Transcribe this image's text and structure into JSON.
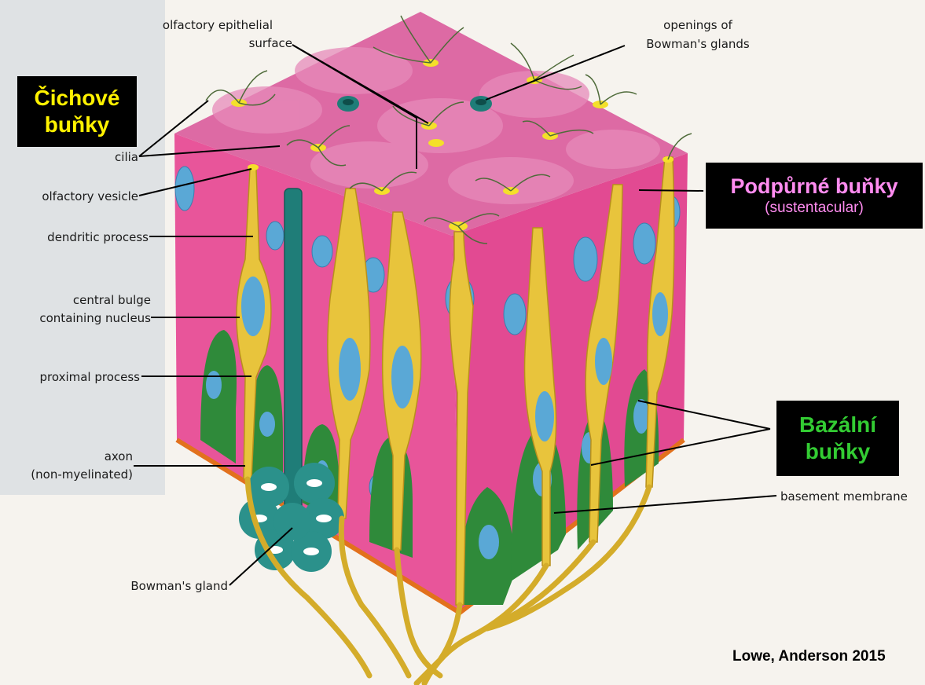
{
  "labels": {
    "olfactory_epithelial_1": "olfactory epithelial",
    "olfactory_epithelial_2": "surface",
    "openings_1": "openings of",
    "openings_2": "Bowman's glands",
    "cilia": "cilia",
    "olfactory_vesicle": "olfactory vesicle",
    "dendritic_process": "dendritic process",
    "central_bulge_1": "central bulge",
    "central_bulge_2": "containing nucleus",
    "proximal_process": "proximal process",
    "axon_1": "axon",
    "axon_2": "(non-myelinated)",
    "basement_membrane": "basement membrane",
    "bowmans_gland": "Bowman's gland"
  },
  "boxes": {
    "cichove_1": "Čichové",
    "cichove_2": "buňky",
    "podpurne_1": "Podpůrné buňky",
    "podpurne_2": "(sustentacular)",
    "bazalni_1": "Bazální",
    "bazalni_2": "buňky"
  },
  "credit": "Lowe, Anderson 2015",
  "colors": {
    "epithelium": "#e8559a",
    "surface": "#d9669f",
    "neuron": "#e8c43c",
    "nucleus": "#5aa8d6",
    "basal": "#2f8a3a",
    "gland": "#1f7d78",
    "membrane": "#e2711d"
  }
}
